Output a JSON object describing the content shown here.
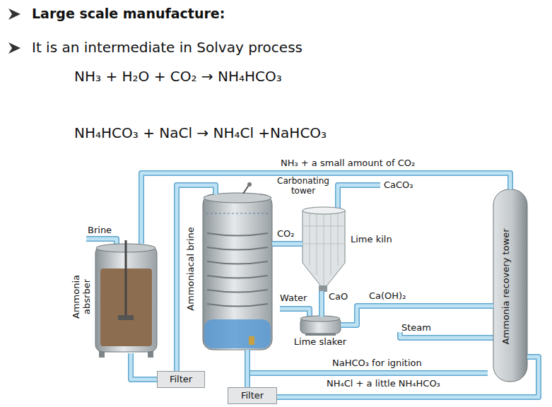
{
  "diagram": {
    "nodes": [
      {
        "text": [
          "Ammonia absrber"
        ]
      },
      {
        "text": [
          "Filter"
        ]
      },
      {
        "text": [
          "Carbonating tower"
        ]
      },
      {
        "text": [
          "Lime kiln"
        ]
      },
      {
        "text": [
          "Lime slaker"
        ]
      },
      {
        "text": [
          "Ammonia recovery tower"
        ]
      },
      {
        "text": [
          "Filter"
        ]
      }
    ],
    "edges": [
      {
        "from": 0,
        "to": 1,
        "arrow": "none"
      },
      {
        "from": 1,
        "to": 2,
        "label": "Ammoniacal brine",
        "arrow": "none"
      },
      {
        "from": 2,
        "to": 6,
        "arrow": "none"
      },
      {
        "from": 3,
        "to": 2,
        "label": "CO₂",
        "arrow": "none"
      },
      {
        "from": 3,
        "to": 4,
        "label": "CaO",
        "arrow": "none"
      },
      {
        "from": 4,
        "to": 5,
        "label": "Ca(OH)₂",
        "arrow": "none"
      },
      {
        "from": 5,
        "to": 0,
        "label": "NH₃ + a small amount of CO₂",
        "arrow": "none"
      },
      {
        "from": 6,
        "to": 5,
        "label": "NH₄Cl + a little NH₄HCO₃",
        "arrow": "none"
      }
    ],
    "labels": [
      "Large scale manufacture:",
      "It is an intermediate in Solvay process",
      "NH₃ + H₂O + CO₂ → NH₄HCO₃",
      "NH₄HCO₃ + NaCl → NH₄Cl +NaHCO₃",
      "Brine",
      "CaCO₃",
      "Water",
      "Steam",
      "NaHCO₃ for ignition"
    ]
  }
}
